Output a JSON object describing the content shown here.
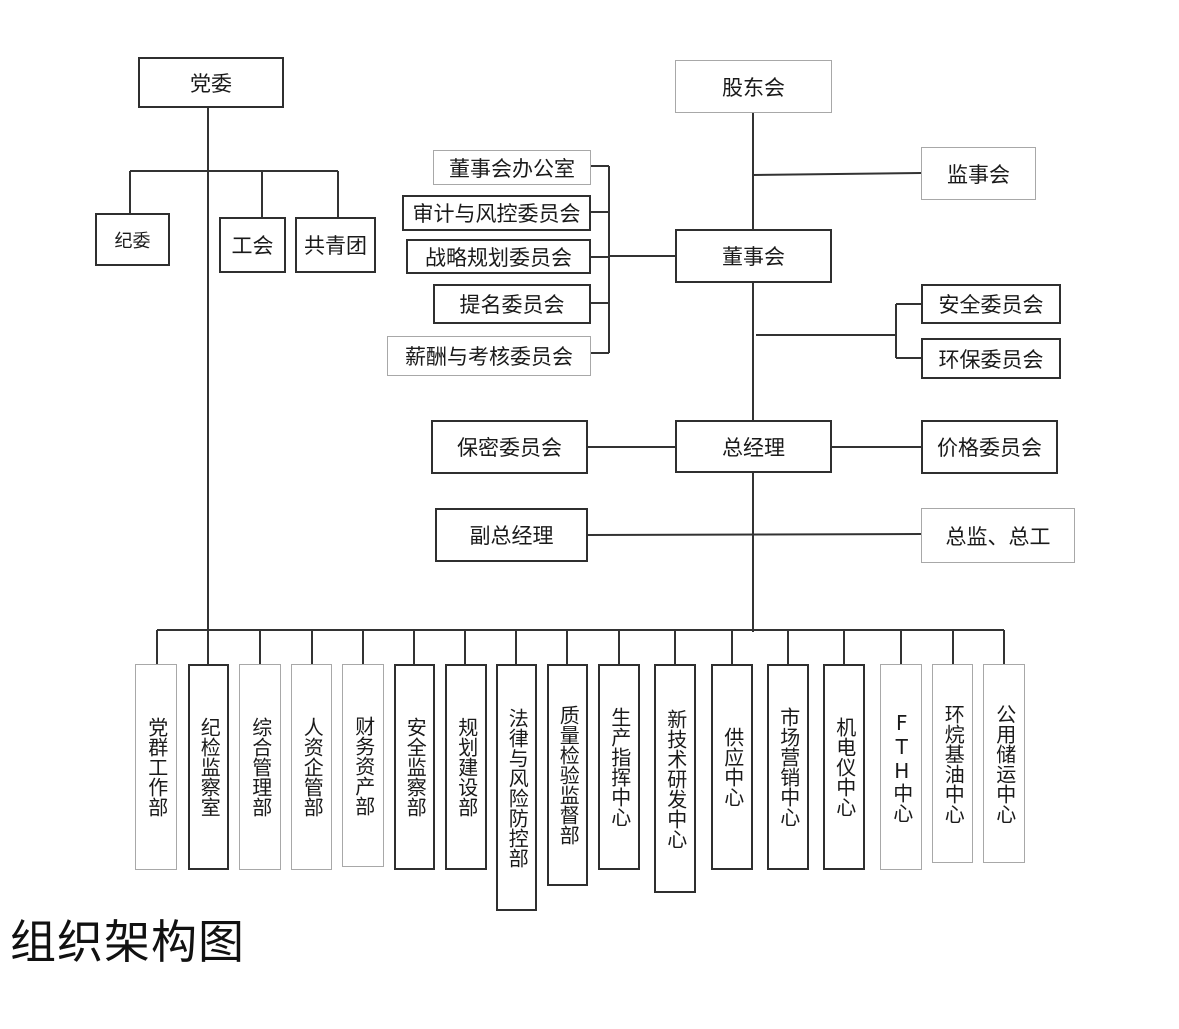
{
  "top": {
    "party_committee": "党委",
    "shareholders": "股东会",
    "supervisors": "监事会",
    "board": "董事会",
    "general_manager": "总经理"
  },
  "party_children": [
    "纪委",
    "工会",
    "共青团"
  ],
  "board_committees": [
    "董事会办公室",
    "审计与风控委员会",
    "战略规划委员会",
    "提名委员会",
    "薪酬与考核委员会"
  ],
  "board_right": [
    "安全委员会",
    "环保委员会"
  ],
  "gm_left": "保密委员会",
  "gm_right": "价格委员会",
  "deputy_gm": "副总经理",
  "chief": "总监、总工",
  "departments": [
    "党群工作部",
    "纪检监察室",
    "综合管理部",
    "人资企管部",
    "财务资产部",
    "安全监察部",
    "规划建设部",
    "法律与风险防控部",
    "质量检验监督部",
    "生产指挥中心",
    "新技术研发中心",
    "供应中心",
    "市场营销中心",
    "机电仪中心",
    "FTH中心",
    "环烷基油中心",
    "公用储运中心"
  ],
  "footer_title": "组织架构图"
}
